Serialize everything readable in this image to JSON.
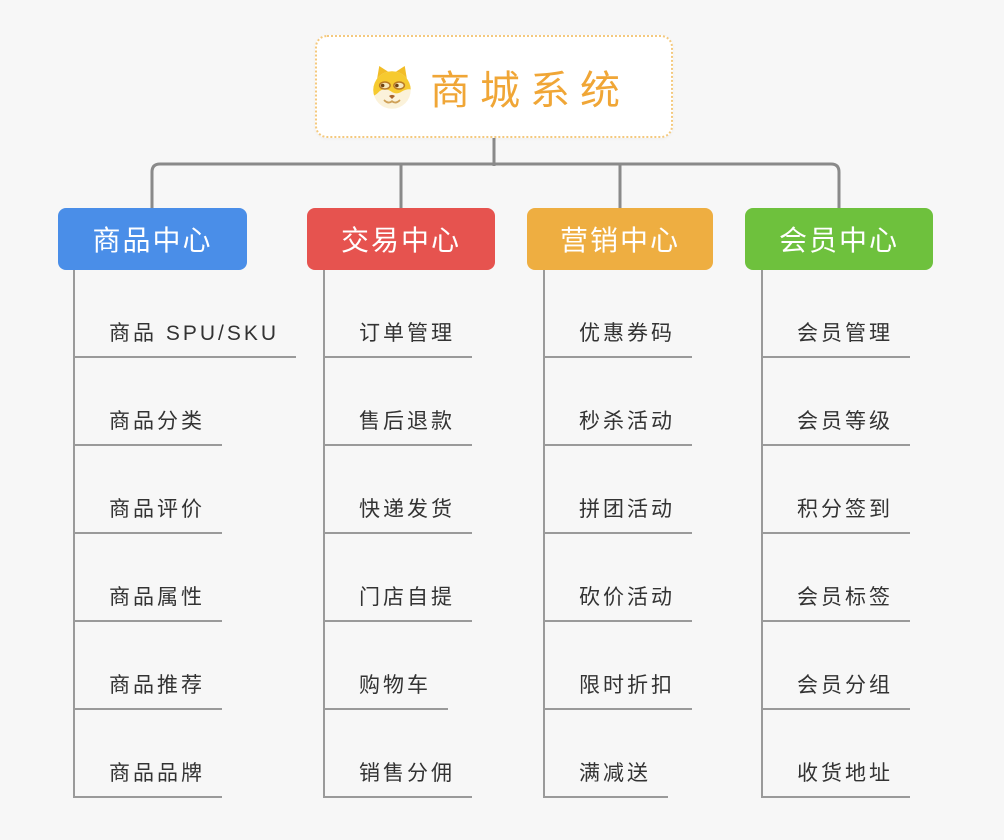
{
  "page": {
    "background_color": "#f7f7f7",
    "connector_color": "#8a8a8a",
    "underline_color": "#9a9a9a"
  },
  "root": {
    "title": "商城系统",
    "icon": "dog-face-icon",
    "text_color": "#f0a636",
    "border_color": "#f4c97e"
  },
  "branches": [
    {
      "label": "商品中心",
      "color": "#4a8ee8",
      "items": [
        "商品 SPU/SKU",
        "商品分类",
        "商品评价",
        "商品属性",
        "商品推荐",
        "商品品牌"
      ]
    },
    {
      "label": "交易中心",
      "color": "#e6534f",
      "items": [
        "订单管理",
        "售后退款",
        "快递发货",
        "门店自提",
        "购物车",
        "销售分佣"
      ]
    },
    {
      "label": "营销中心",
      "color": "#eeae41",
      "items": [
        "优惠券码",
        "秒杀活动",
        "拼团活动",
        "砍价活动",
        "限时折扣",
        "满减送"
      ]
    },
    {
      "label": "会员中心",
      "color": "#6ec13d",
      "items": [
        "会员管理",
        "会员等级",
        "积分签到",
        "会员标签",
        "会员分组",
        "收货地址"
      ]
    }
  ]
}
